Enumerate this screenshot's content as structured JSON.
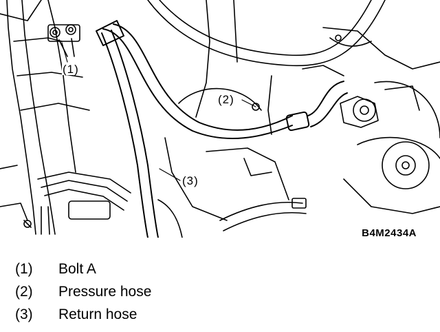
{
  "figure": {
    "code": "B4M2434A",
    "callouts": [
      {
        "id": "1",
        "text": "(1)"
      },
      {
        "id": "2",
        "text": "(2)"
      },
      {
        "id": "3",
        "text": "(3)"
      }
    ]
  },
  "legend": {
    "items": [
      {
        "number": "(1)",
        "label": "Bolt A"
      },
      {
        "number": "(2)",
        "label": "Pressure hose"
      },
      {
        "number": "(3)",
        "label": "Return hose"
      }
    ]
  }
}
